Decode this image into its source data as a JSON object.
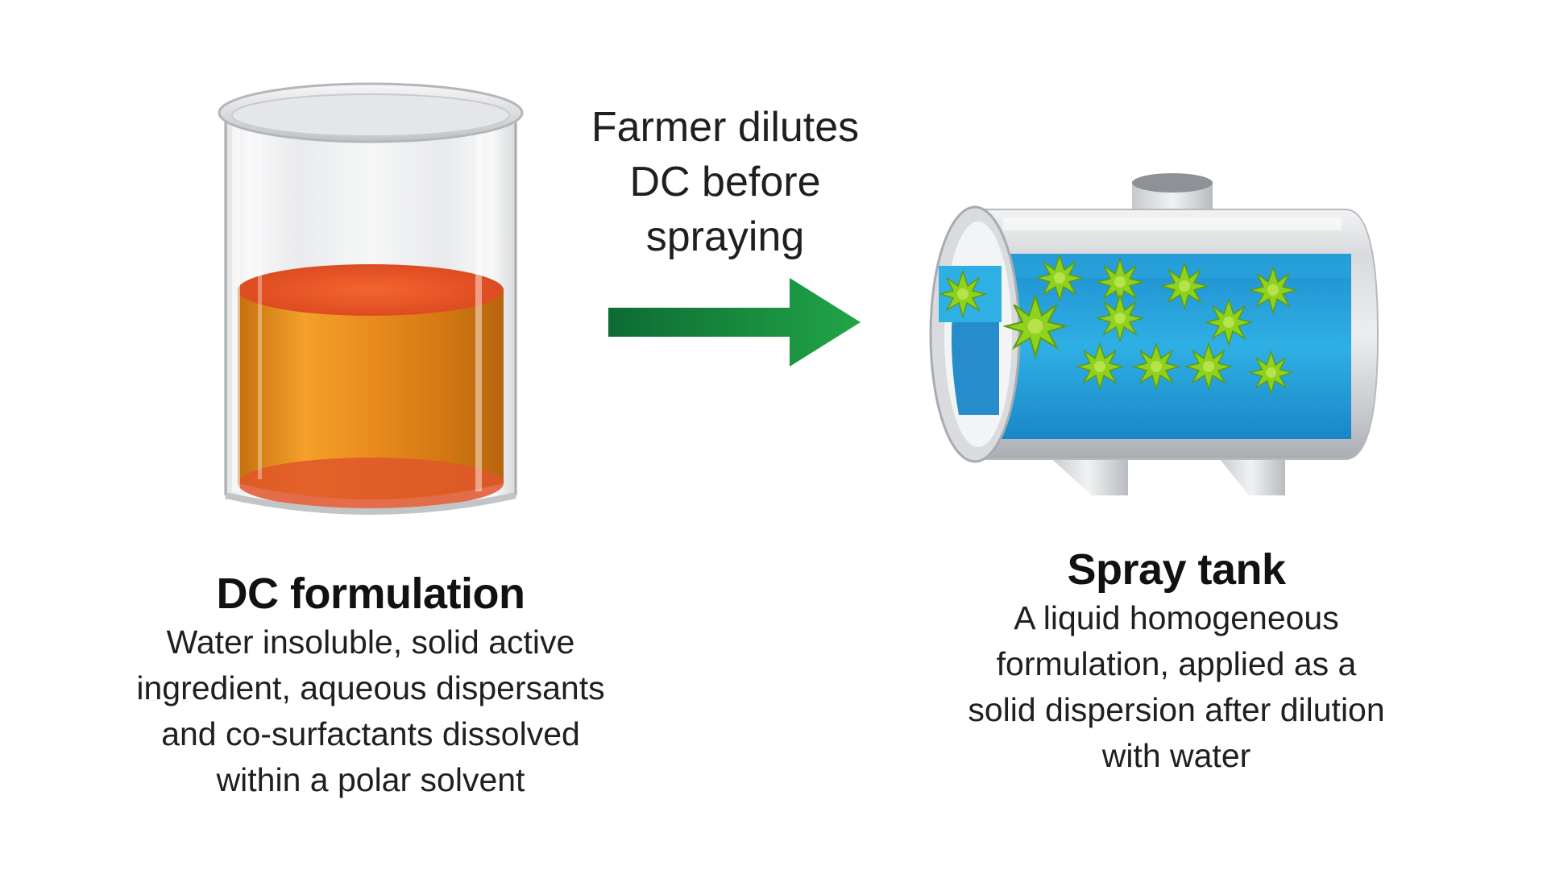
{
  "colors": {
    "arrow": "#1a8a3c",
    "formulation_liquid": "#e88a1a",
    "formulation_surface": "#e3582c",
    "water": "#2ba7dc",
    "particles": "#8fd11f",
    "metal": "#c9cccf"
  },
  "icons": {
    "container": "beaker-icon",
    "process": "arrow-right-icon",
    "tank": "spray-tank-icon",
    "particle": "solid-particle-icon"
  },
  "left": {
    "title": "DC formulation",
    "description_lines": [
      "Water insoluble, solid active",
      "ingredient, aqueous dispersants",
      "and co-surfactants dissolved",
      "within a polar solvent"
    ]
  },
  "arrow": {
    "label_lines": [
      "Farmer dilutes",
      "DC before",
      "spraying"
    ]
  },
  "right": {
    "title": "Spray tank",
    "description_lines": [
      "A liquid homogeneous",
      "formulation, applied as a",
      "solid dispersion after dilution",
      "with water"
    ]
  }
}
